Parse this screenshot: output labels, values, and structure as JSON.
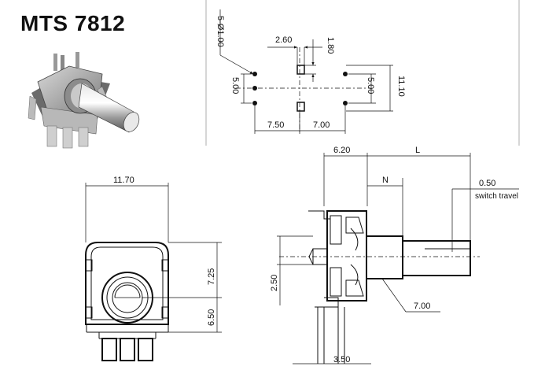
{
  "title": "MTS 7812",
  "labels": {
    "pin_holes": "5-Ø1.00",
    "d_2_60": "2.60",
    "d_1_80": "1.80",
    "d_5_00_left": "5.00",
    "d_5_00_right": "5.00",
    "d_11_10": "11.10",
    "d_7_50": "7.50",
    "d_7_00_top": "7.00",
    "d_11_70": "11.70",
    "d_7_25": "7.25",
    "d_6_50": "6.50",
    "d_6_20": "6.20",
    "d_L": "L",
    "d_N": "N",
    "d_0_50": "0.50",
    "switch_travel": "switch travel",
    "d_2_50": "2.50",
    "d_7_00_side": "7.00",
    "d_3_50": "3.50"
  },
  "colors": {
    "ink": "#111111",
    "background": "#ffffff"
  }
}
